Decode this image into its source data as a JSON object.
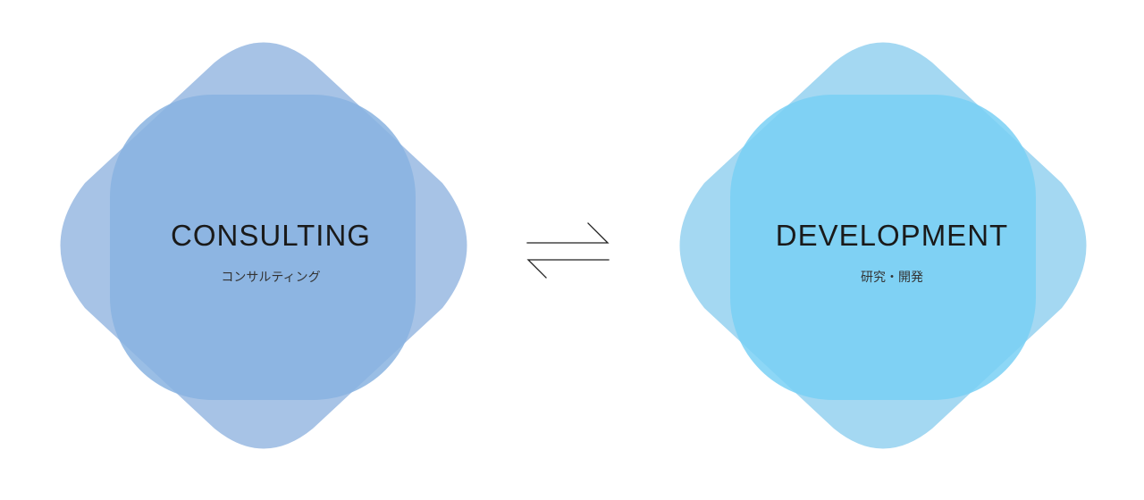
{
  "nodes": [
    {
      "id": "consulting",
      "title": "CONSULTING",
      "subtitle": "コンサルティング",
      "color_outer": "#a7c3e6",
      "color_inner": "#88b3e1"
    },
    {
      "id": "development",
      "title": "DEVELOPMENT",
      "subtitle": "研究・開発",
      "color_outer": "#a4d8f2",
      "color_inner": "#79d0f4"
    }
  ],
  "connector": {
    "type": "bidirectional-harpoon",
    "stroke_color": "#222222"
  }
}
